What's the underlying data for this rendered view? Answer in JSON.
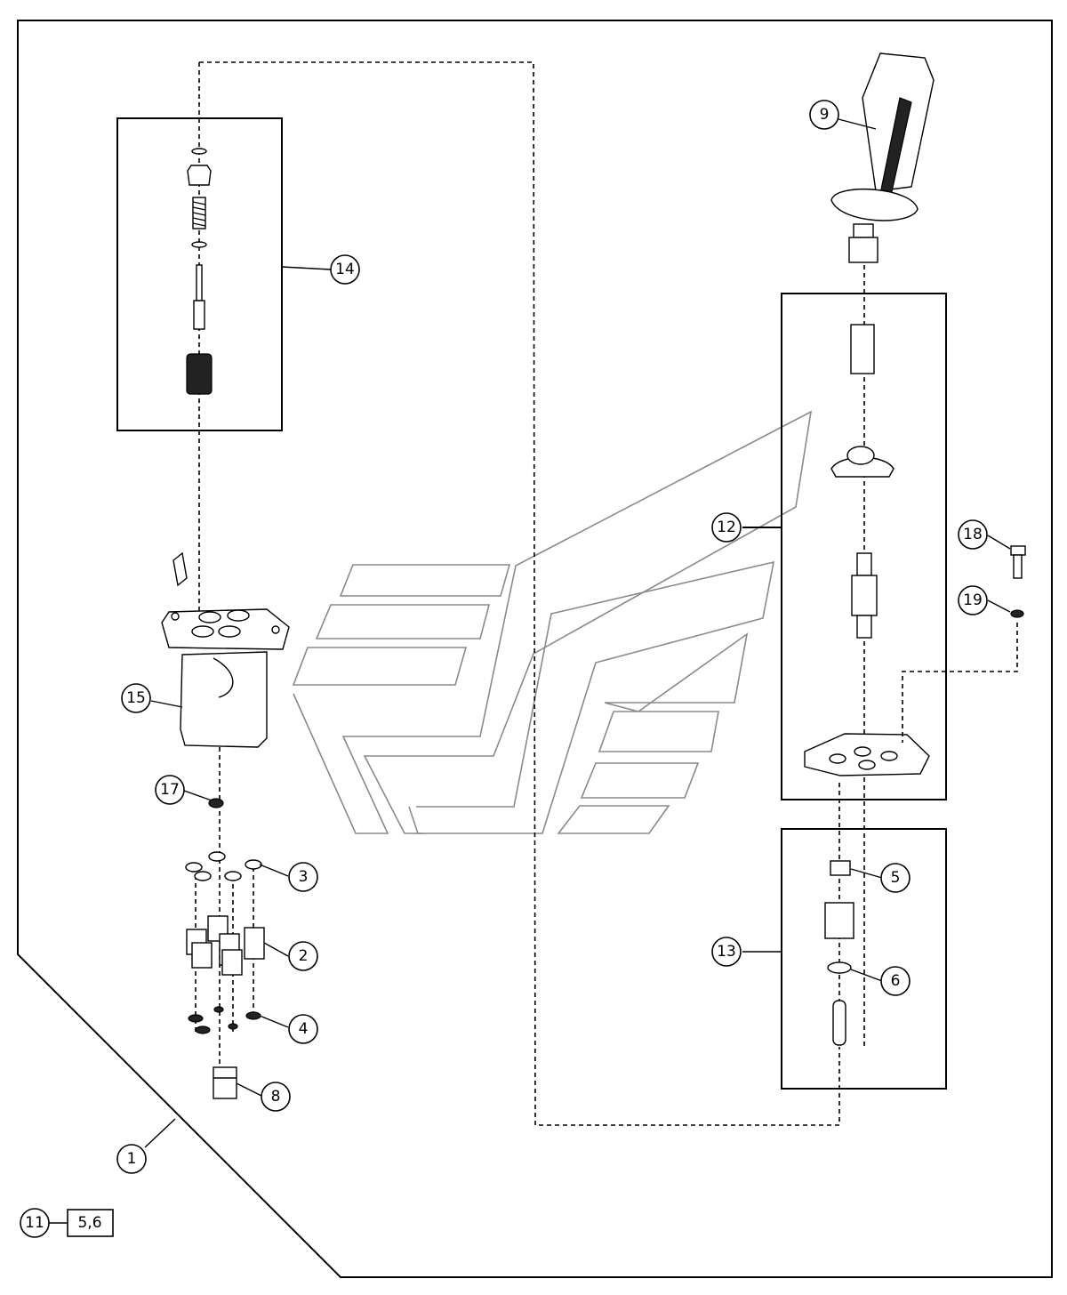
{
  "callouts": {
    "c1": "1",
    "c2": "2",
    "c3": "3",
    "c4": "4",
    "c5": "5",
    "c6": "6",
    "c8": "8",
    "c9": "9",
    "c11": "11",
    "c12": "12",
    "c13": "13",
    "c14": "14",
    "c15": "15",
    "c17": "17",
    "c18": "18",
    "c19": "19"
  },
  "reference_box": "5,6"
}
